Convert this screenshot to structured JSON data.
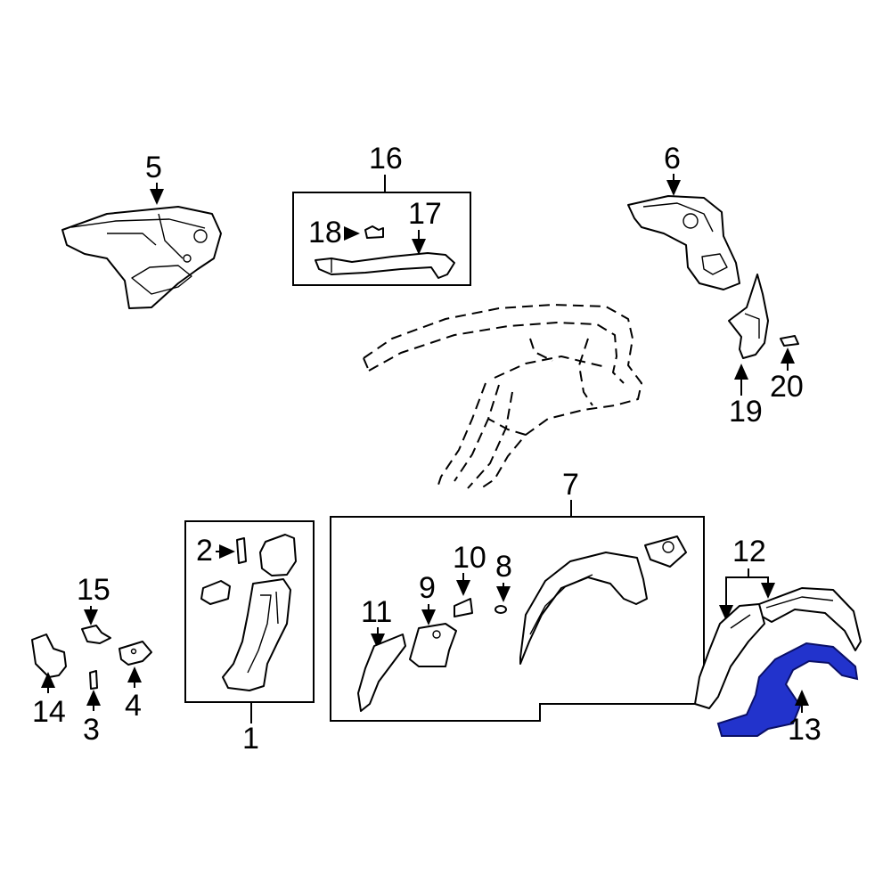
{
  "callouts": {
    "c1": "1",
    "c2": "2",
    "c3": "3",
    "c4": "4",
    "c5": "5",
    "c6": "6",
    "c7": "7",
    "c8": "8",
    "c9": "9",
    "c10": "10",
    "c11": "11",
    "c12": "12",
    "c13": "13",
    "c14": "14",
    "c15": "15",
    "c16": "16",
    "c17": "17",
    "c18": "18",
    "c19": "19",
    "c20": "20"
  },
  "highlight": {
    "part": "13",
    "color": "#2233cc"
  }
}
